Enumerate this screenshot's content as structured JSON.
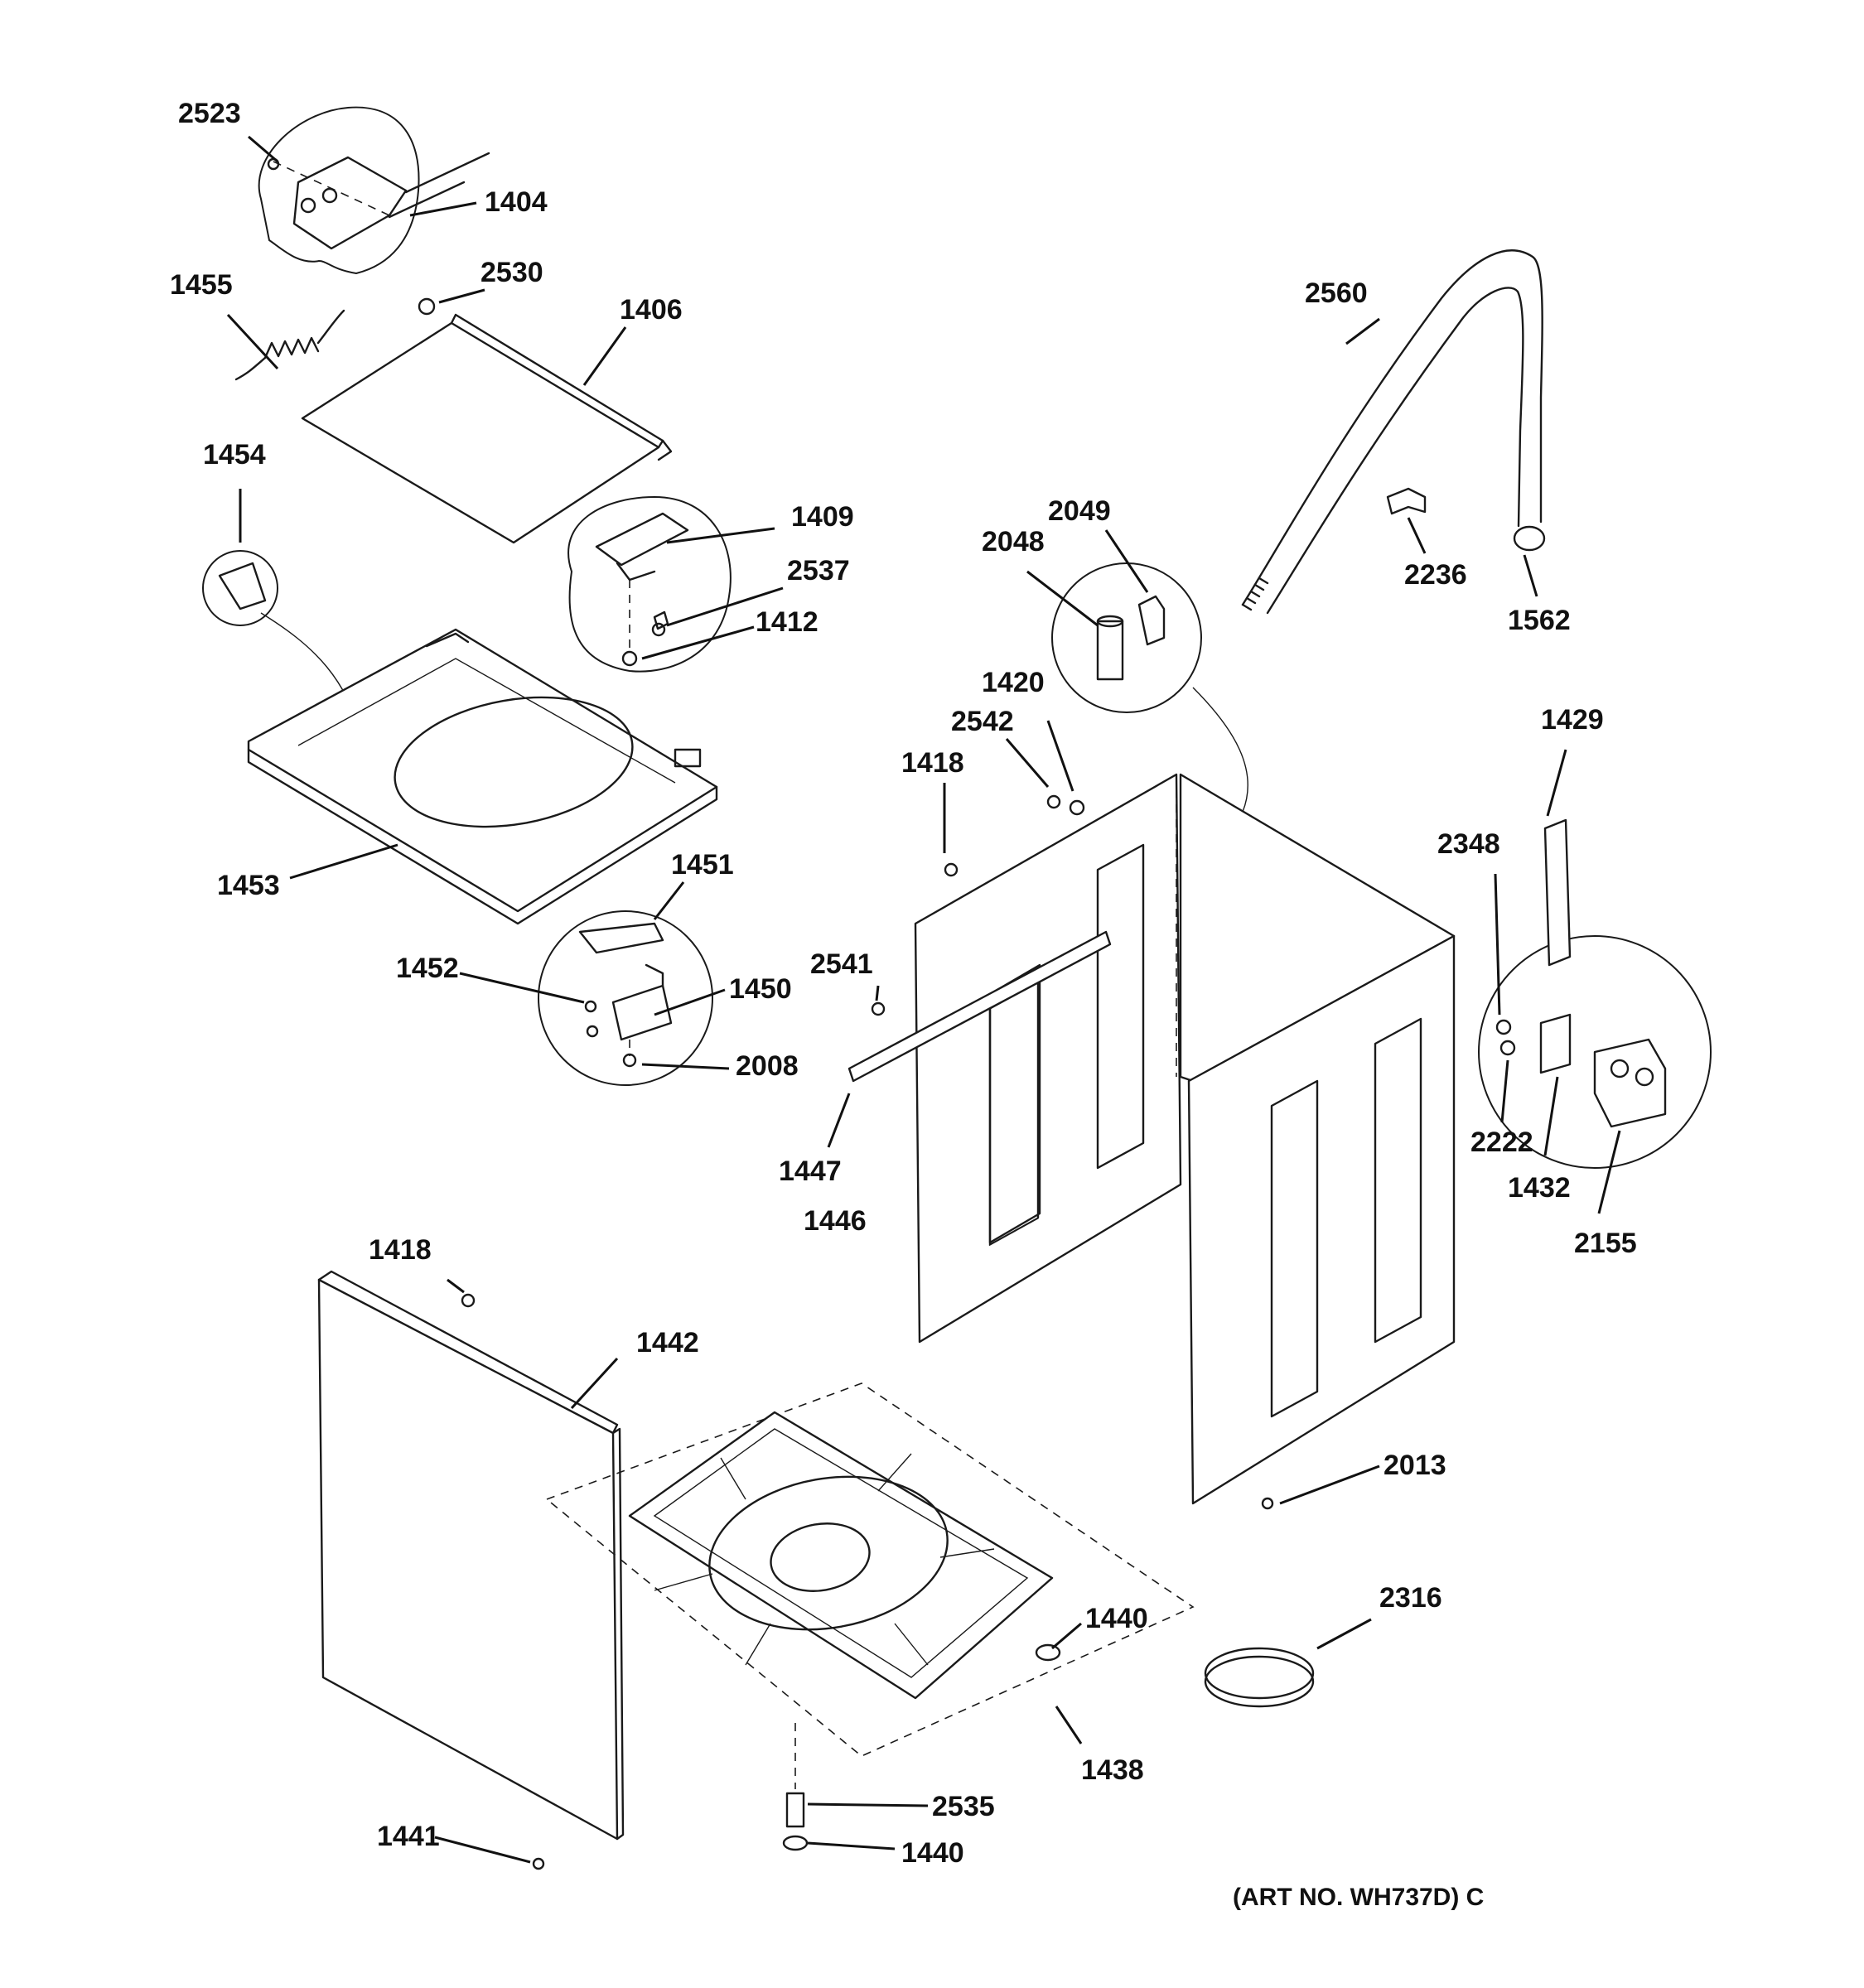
{
  "footer": {
    "art_number": "(ART NO. WH737D) C"
  },
  "callouts": [
    {
      "id": "2523"
    },
    {
      "id": "1404"
    },
    {
      "id": "1455"
    },
    {
      "id": "2530"
    },
    {
      "id": "1406"
    },
    {
      "id": "1454"
    },
    {
      "id": "1409"
    },
    {
      "id": "2537"
    },
    {
      "id": "1412"
    },
    {
      "id": "1453"
    },
    {
      "id": "1451"
    },
    {
      "id": "1452"
    },
    {
      "id": "1450"
    },
    {
      "id": "2008"
    },
    {
      "id": "2560"
    },
    {
      "id": "2049"
    },
    {
      "id": "2048"
    },
    {
      "id": "2236"
    },
    {
      "id": "1562"
    },
    {
      "id": "1420"
    },
    {
      "id": "2542"
    },
    {
      "id": "1418"
    },
    {
      "id": "1429"
    },
    {
      "id": "2348"
    },
    {
      "id": "2541"
    },
    {
      "id": "1447"
    },
    {
      "id": "1446"
    },
    {
      "id": "2222"
    },
    {
      "id": "1432"
    },
    {
      "id": "2155"
    },
    {
      "id": "1418"
    },
    {
      "id": "1442"
    },
    {
      "id": "2013"
    },
    {
      "id": "2316"
    },
    {
      "id": "1440"
    },
    {
      "id": "1438"
    },
    {
      "id": "2535"
    },
    {
      "id": "1441"
    },
    {
      "id": "1440"
    }
  ]
}
